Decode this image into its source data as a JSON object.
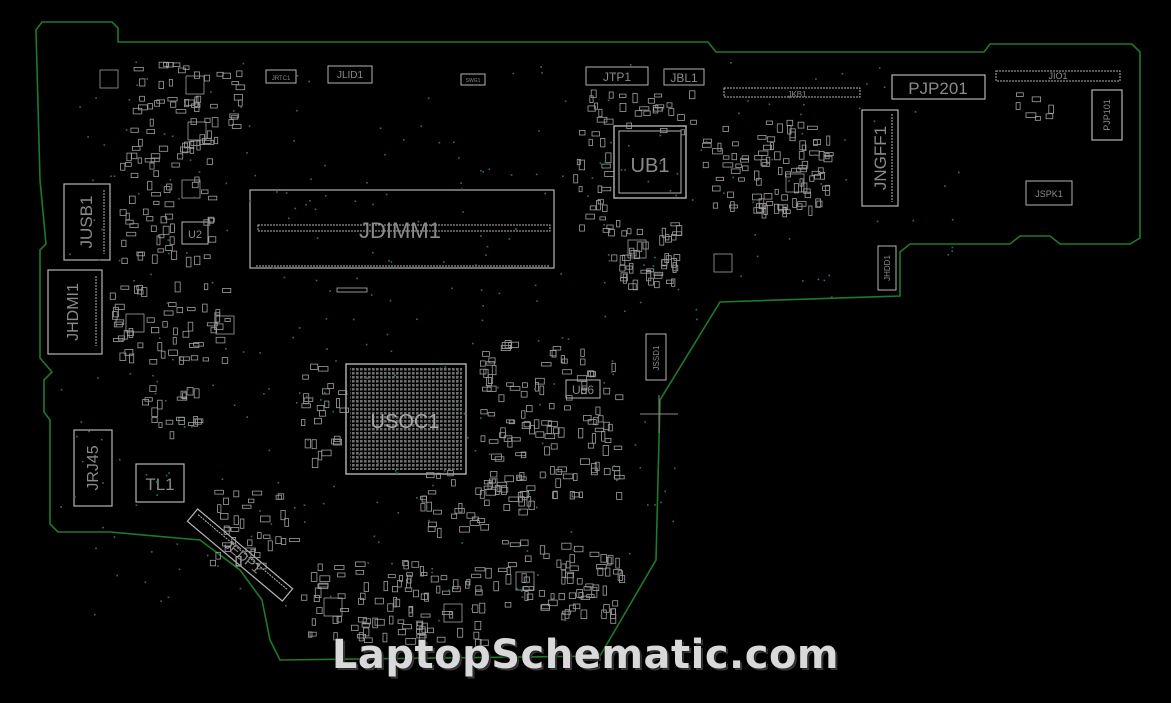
{
  "colors": {
    "background": "#000000",
    "outline": "#1e7a2a",
    "silkscreen": "#b4b4b4",
    "label": "#8a8a8a",
    "via": "#2a6f78"
  },
  "components": {
    "jdimm1": "JDIMM1",
    "usoc1": "USOC1",
    "ub1": "UB1",
    "jngff1": "JNGFF1",
    "pjp201": "PJP201",
    "pjp101": "PJP101",
    "jusb1": "JUSB1",
    "jhdmi1": "JHDMI1",
    "jrj45": "JRJ45",
    "tl1": "TL1",
    "jedp1": "JEDP1",
    "u2": "U2",
    "u56": "U56",
    "jssd1": "JSSD1",
    "jhdd1": "JHDD1",
    "jtp1": "JTP1",
    "jbl1": "JBL1",
    "jkb1": "JKB1",
    "jio1": "JIO1",
    "jspk1": "JSPK1",
    "jlid1": "JLID1",
    "jrtc1": "JRTC1",
    "swg1": "SWG1"
  },
  "watermark": "LaptopSchematic.com"
}
